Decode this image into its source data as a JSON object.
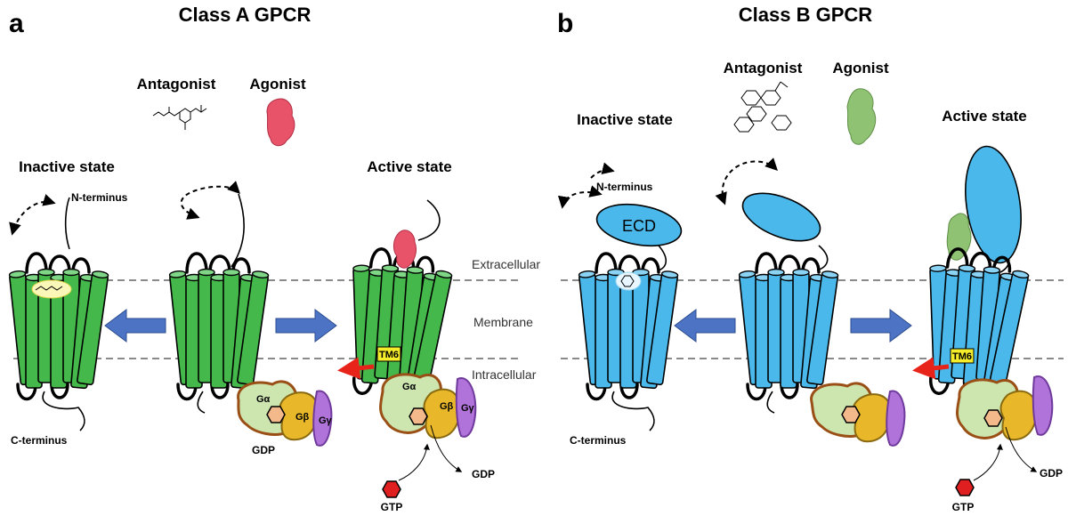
{
  "panels": {
    "a": {
      "letter": "a",
      "title": "Class A GPCR"
    },
    "b": {
      "letter": "b",
      "title": "Class B GPCR"
    }
  },
  "labels": {
    "inactive_state": "Inactive state",
    "active_state": "Active state",
    "antagonist": "Antagonist",
    "agonist": "Agonist",
    "n_terminus": "N-terminus",
    "c_terminus": "C-terminus",
    "extracellular": "Extracellular",
    "membrane": "Membrane",
    "intracellular": "Intracellular",
    "g_alpha": "Gα",
    "g_beta": "Gβ",
    "g_gamma": "Gγ",
    "gdp": "GDP",
    "gtp": "GTP",
    "tm6": "TM6",
    "ecd": "ECD"
  },
  "colors": {
    "class_a_helix": "#44b84a",
    "class_b_helix": "#4ab8ea",
    "g_alpha": "#cde6b0",
    "g_alpha_outline": "#9a4f16",
    "g_beta": "#e8b82a",
    "g_gamma": "#b073d9",
    "gdp": "#f4b98a",
    "gtp": "#e02020",
    "state_arrow": "#4d74c4",
    "tm6_arrow": "#e8231a",
    "agonist_a": "#e8536a",
    "agonist_b": "#8fc272",
    "tm6_tag": "#f5ec2a"
  }
}
